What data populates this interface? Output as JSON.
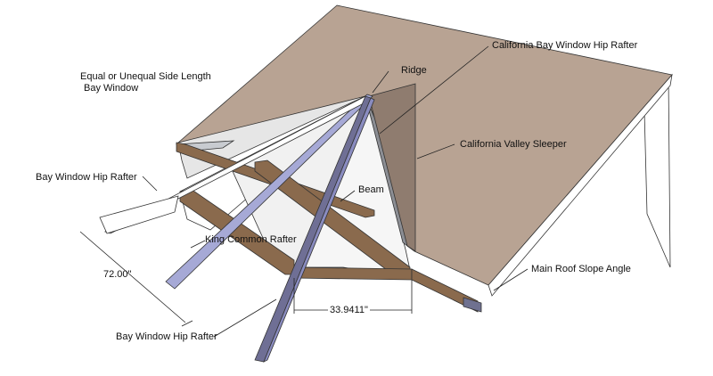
{
  "title_line1": "Equal or Unequal Side Length",
  "title_line2": "Bay Window",
  "labels": {
    "ridge": "Ridge",
    "california_bay_window_hip_rafter": "California Bay Window Hip Rafter",
    "california_valley_sleeper": "California Valley Sleeper",
    "bay_window_hip_rafter_upper": "Bay Window Hip Rafter",
    "beam": "Beam",
    "king_common_rafter": "King Common Rafter",
    "main_roof_slope_angle": "Main Roof Slope Angle",
    "bay_window_hip_rafter_lower": "Bay Window Hip Rafter"
  },
  "dimensions": {
    "side_length": "72.00\"",
    "bay_width": "33.9411\""
  },
  "colors": {
    "main_roof": "#b8a393",
    "valley_sleeper": "#8f7c6f",
    "timber": "#8a6a4d",
    "rafter": "#a6a9d6",
    "rafter_dark": "#6f6f95",
    "bay_face": "#eeeeee",
    "bay_face_light": "#f7f7f7"
  }
}
